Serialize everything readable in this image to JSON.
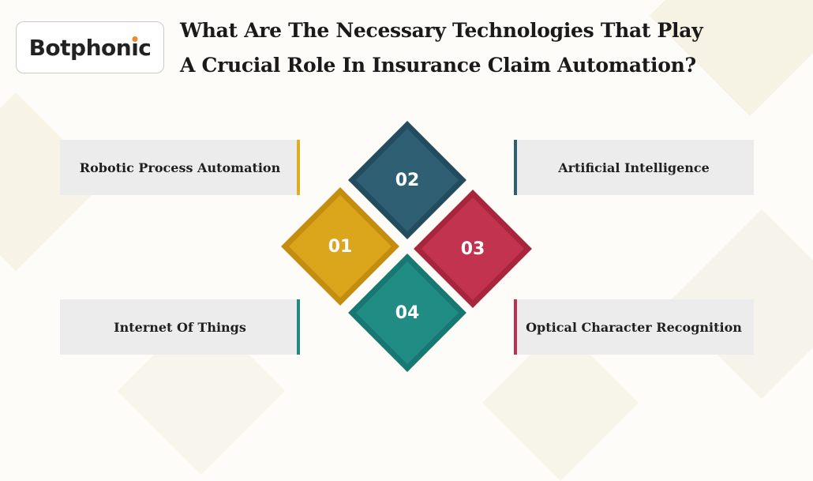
{
  "brand": {
    "name_part1": "Botphon",
    "name_i": "ı",
    "name_part2": "c",
    "accent_color": "#f08a24"
  },
  "title": {
    "line1": "What Are The Necessary Technologies That Play",
    "line2": "A Crucial Role In Insurance Claim Automation?"
  },
  "items": [
    {
      "number": "01",
      "label": "Robotic Process Automation",
      "color": "#d9a21a",
      "color_dark": "#c48d10"
    },
    {
      "number": "02",
      "label": "Artificial Intelligence",
      "color": "#2e5f73",
      "color_dark": "#234d5e"
    },
    {
      "number": "03",
      "label": "Optical Character Recognition",
      "color": "#c0304b",
      "color_dark": "#a8253e"
    },
    {
      "number": "04",
      "label": "Internet Of Things",
      "color": "#1f8a82",
      "color_dark": "#167870"
    }
  ]
}
